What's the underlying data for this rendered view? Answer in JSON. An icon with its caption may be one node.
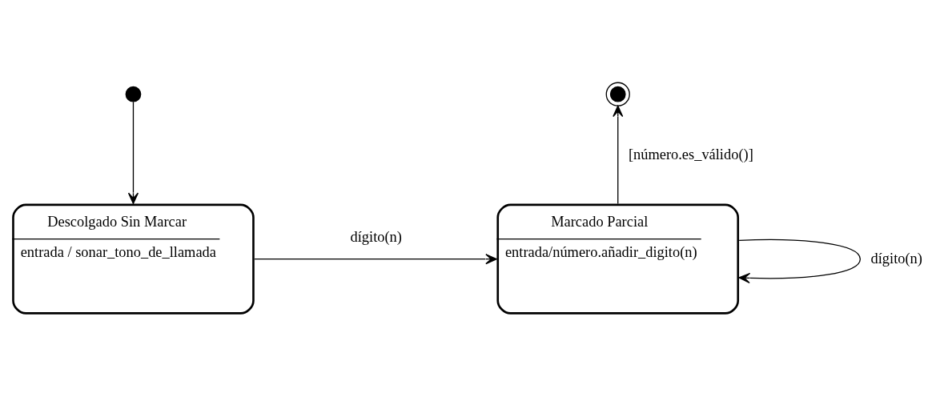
{
  "diagram": {
    "nodes": [
      {
        "text": [],
        "shape": "circle"
      },
      {
        "text": [
          "Descolgado Sin Marcar",
          "entrada / sonar_tono_de_llamada"
        ]
      },
      {
        "text": [
          "Marcado Parcial",
          "entrada/número.añadir_digito(n)"
        ]
      },
      {
        "text": [],
        "shape": "circle"
      }
    ],
    "edges": [
      {
        "from": 0,
        "to": 1,
        "arrow": "to"
      },
      {
        "from": 1,
        "to": 2,
        "arrow": "to",
        "label": "dígito(n)"
      },
      {
        "from": 2,
        "to": 3,
        "arrow": "to",
        "label": "[número.es_válido()]"
      },
      {
        "from": 2,
        "to": 2,
        "arrow": "to",
        "label": "dígito(n)"
      }
    ]
  }
}
